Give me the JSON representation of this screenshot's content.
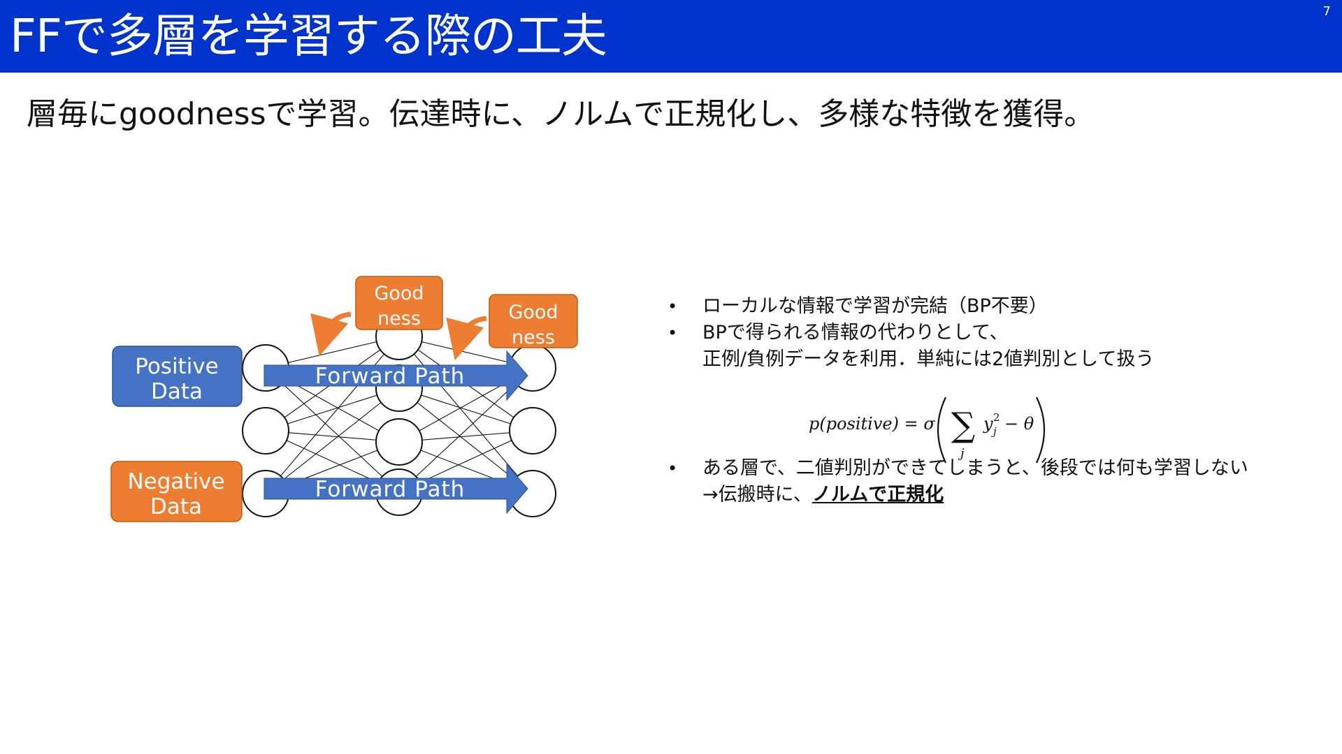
{
  "header": {
    "title": "FFで多層を学習する際の工夫",
    "page_number": "7"
  },
  "subtitle": "層毎にgoodnessで学習。伝達時に、ノルムで正規化し、多様な特徴を獲得。",
  "diagram": {
    "positive_label": [
      "Positive",
      "Data"
    ],
    "negative_label": [
      "Negative",
      "Data"
    ],
    "goodness_label": [
      "Good",
      "ness"
    ],
    "forward_label": "Forward Path",
    "colors": {
      "positive": "#4472c4",
      "negative": "#ed7d31",
      "goodness": "#ed7d31",
      "arrow": "#4472c4"
    }
  },
  "bullets": [
    {
      "lines": [
        "ローカルな情報で学習が完結（BP不要）"
      ]
    },
    {
      "lines": [
        "BPで得られる情報の代わりとして、",
        "正例/負例データを利用．単純には2値判別として扱う"
      ]
    },
    {
      "lines": [
        "ある層で、二値判別ができてしまうと、後段では何も学習しない"
      ],
      "prefix": "→伝搬時に、",
      "emphasis": "ノルムで正規化"
    }
  ],
  "formula": {
    "lhs": "p(positive) = σ",
    "sum_index": "j",
    "term": "y",
    "term_sup": "2",
    "term_sub": "j",
    "rest": "− θ"
  }
}
